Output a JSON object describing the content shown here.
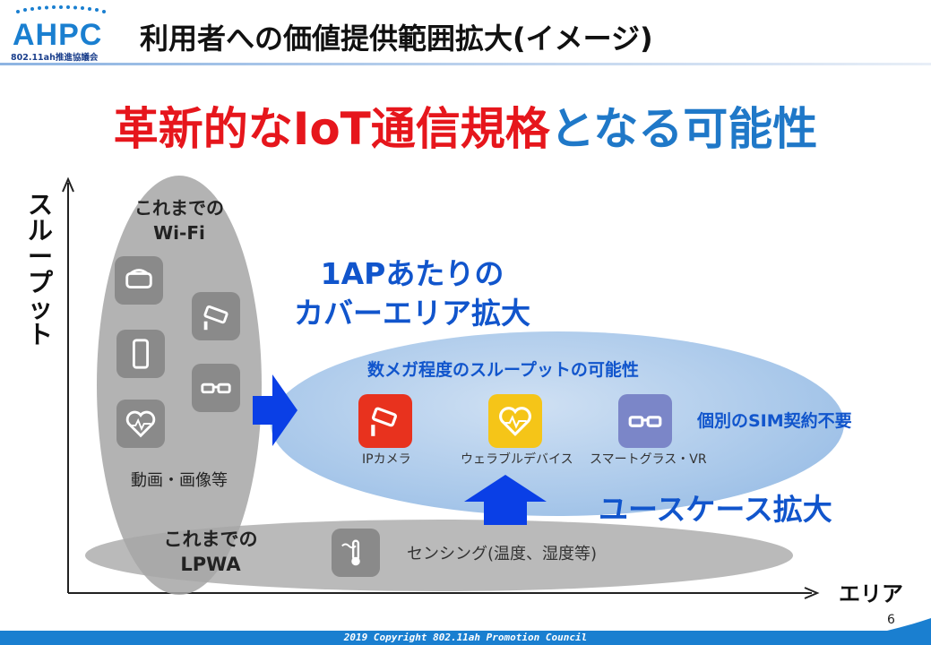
{
  "header": {
    "logo_text": "AHPC",
    "logo_subtitle": "802.11ah推進協議会",
    "title": "利用者への価値提供範囲拡大(イメージ)"
  },
  "headline": {
    "part_red": "革新的なIoT通信規格",
    "part_blue": "となる可能性"
  },
  "axes": {
    "y_label": "スループット",
    "x_label": "エリア"
  },
  "wifi": {
    "label_line1": "これまでの",
    "label_line2": "Wi-Fi",
    "caption": "動画・画像等",
    "icons": [
      "vr-headset-icon",
      "security-camera-icon",
      "smartphone-icon",
      "smart-glasses-icon",
      "heart-rate-icon"
    ]
  },
  "lpwa": {
    "label_line1": "これまでの",
    "label_line2": "LPWA",
    "sensing": "センシング(温度、湿度等)"
  },
  "new_area": {
    "coverage_line1": "1APあたりの",
    "coverage_line2": "カバーエリア拡大",
    "speed": "数メガ程度のスループットの可能性",
    "sim": "個別のSIM契約不要",
    "usecase": "ユースケース拡大",
    "icons": [
      {
        "name": "ip-camera-icon",
        "caption": "IPカメラ",
        "color": "#e8321e"
      },
      {
        "name": "wearable-icon",
        "caption": "ウェラブルデバイス",
        "color": "#f5c518"
      },
      {
        "name": "smart-glasses-color-icon",
        "caption": "スマートグラス・VR",
        "color": "#7b86c8"
      }
    ]
  },
  "footer": {
    "copyright": "2019 Copyright 802.11ah Promotion Council",
    "page_number": "6"
  }
}
